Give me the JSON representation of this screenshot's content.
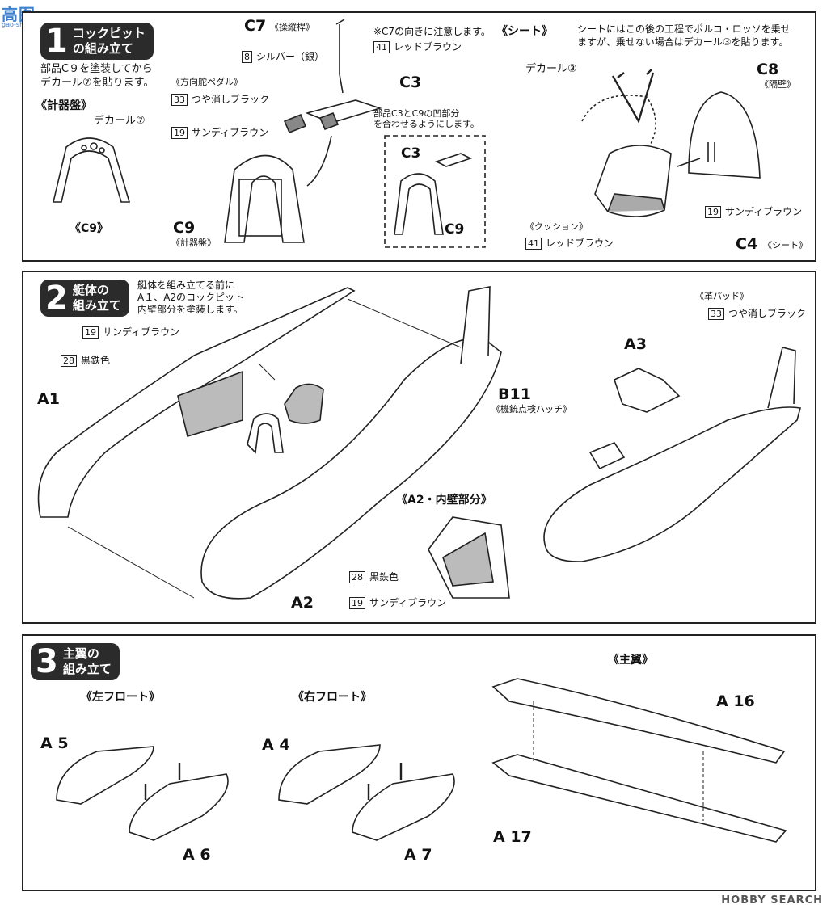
{
  "watermark": {
    "logo": "高图",
    "site": "gao-shan.com",
    "source": "HOBBY SEARCH"
  },
  "step1": {
    "number": "1",
    "title": "コックピット\nの組み立て",
    "instruction": "部品C９を塗装してから\nデカール⑦を貼ります。",
    "gauge_header": "《計器盤》",
    "decal7": "デカール⑦",
    "c9_caption": "《C9》",
    "c7_label": "C7",
    "c7_sub": "《操縦桿》",
    "c7_note": "※C7の向きに注意します。",
    "paint8": {
      "code": "8",
      "name": "シルバー（銀）"
    },
    "paint41a": {
      "code": "41",
      "name": "レッドブラウン"
    },
    "rudder_header": "《方向舵ペダル》",
    "paint33a": {
      "code": "33",
      "name": "つや消しブラック"
    },
    "c3_label": "C3",
    "paint19a": {
      "code": "19",
      "name": "サンディブラウン"
    },
    "align_note": "部品C3とC9の凹部分\nを合わせるようにします。",
    "c3_label2": "C3",
    "c9_label": "C9",
    "c9_sub": "《計器盤》",
    "c9_label2": "C9",
    "seat_header": "《シート》",
    "seat_note": "シートにはこの後の工程でポルコ・ロッソを乗せ\nますが、乗せない場合はデカール③を貼ります。",
    "decal3": "デカール③",
    "c8_label": "C8",
    "c8_sub": "《隔壁》",
    "paint19b": {
      "code": "19",
      "name": "サンディブラウン"
    },
    "cushion_header": "《クッション》",
    "paint41b": {
      "code": "41",
      "name": "レッドブラウン"
    },
    "c4_label": "C4",
    "c4_sub": "《シート》"
  },
  "step2": {
    "number": "2",
    "title": "艇体の\n組み立て",
    "instruction": "艇体を組み立てる前に\nA１、A2のコックピット\n内壁部分を塗装します。",
    "paint19a": {
      "code": "19",
      "name": "サンディブラウン"
    },
    "paint28a": {
      "code": "28",
      "name": "黒鉄色"
    },
    "a1_label": "A1",
    "a2_label": "A2",
    "inner_header": "《A2・内壁部分》",
    "paint28b": {
      "code": "28",
      "name": "黒鉄色"
    },
    "paint19b": {
      "code": "19",
      "name": "サンディブラウン"
    },
    "pad_header": "《革パッド》",
    "paint33": {
      "code": "33",
      "name": "つや消しブラック"
    },
    "a3_label": "A3",
    "b11_label": "B11",
    "b11_sub": "《機銃点検ハッチ》"
  },
  "step3": {
    "number": "3",
    "title": "主翼の\n組み立て",
    "left_float": "《左フロート》",
    "right_float": "《右フロート》",
    "main_wing": "《主翼》",
    "a5_label": "A 5",
    "a6_label": "A 6",
    "a4_label": "A 4",
    "a7_label": "A 7",
    "a16_label": "A 16",
    "a17_label": "A 17"
  }
}
